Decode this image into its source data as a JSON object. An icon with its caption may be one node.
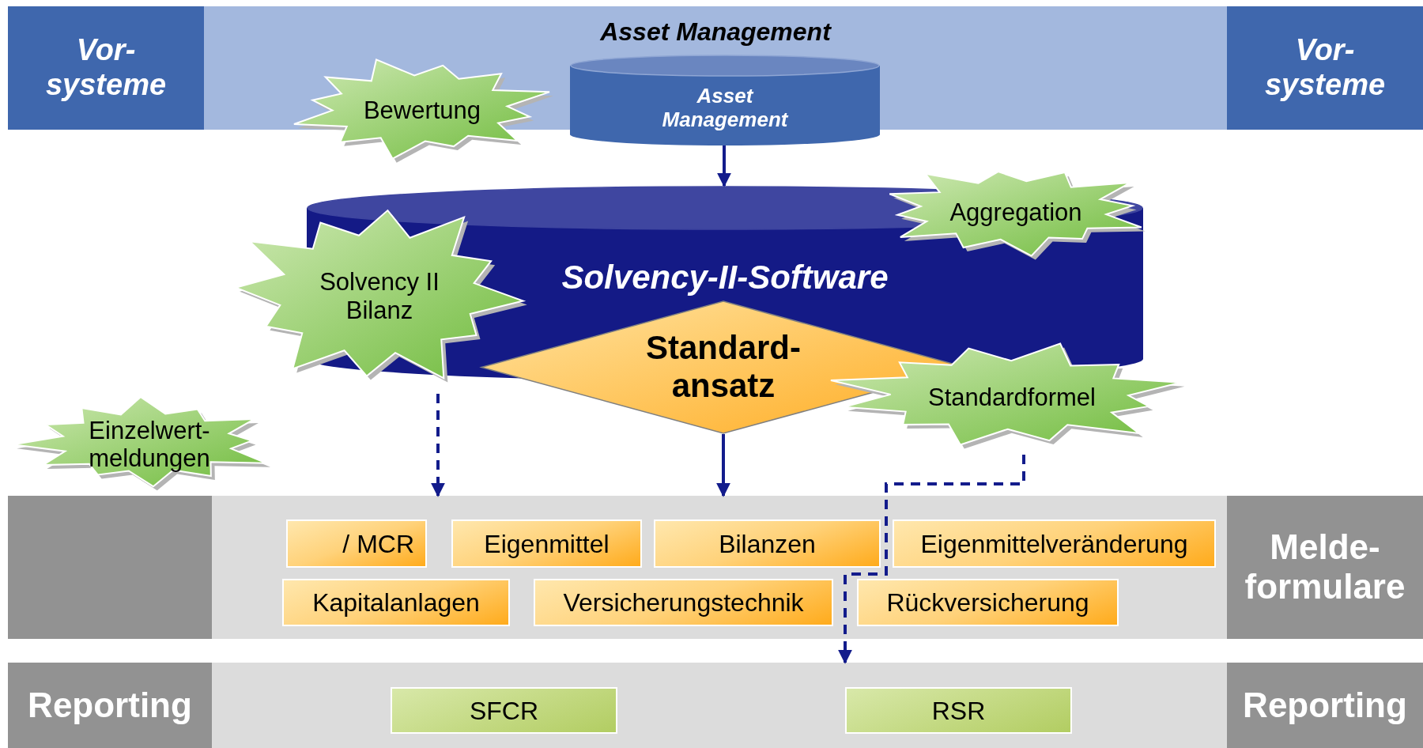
{
  "diagram": {
    "nodes": [
      {
        "text": [
          "Vor- systeme"
        ]
      },
      {
        "text": [
          "Asset Management"
        ]
      },
      {
        "text": [
          "Vor- systeme"
        ]
      },
      {
        "text": [
          "Bewertung"
        ]
      },
      {
        "text": [
          "Asset Management"
        ]
      },
      {
        "text": [
          "Solvency-II-Software"
        ]
      },
      {
        "text": [
          "Standard- ansatz"
        ]
      },
      {
        "text": [
          "Aggregation"
        ]
      },
      {
        "text": [
          "Solvency II Bilanz"
        ]
      },
      {
        "text": [
          "Standardformel"
        ]
      },
      {
        "text": [
          "Einzelwert- meldungen"
        ]
      },
      {
        "text": [],
        "shape": "box"
      },
      {
        "text": [],
        "shape": "band"
      },
      {
        "text": [
          "Melde- formulare"
        ]
      },
      {
        "text": [
          "/ MCR"
        ],
        "in": 12
      },
      {
        "text": [
          "Eigenmittel"
        ],
        "in": 12
      },
      {
        "text": [
          "Bilanzen"
        ],
        "in": 12
      },
      {
        "text": [
          "Eigenmittelveränderung"
        ],
        "in": 12
      },
      {
        "text": [
          "Kapitalanlagen"
        ],
        "in": 12
      },
      {
        "text": [
          "Versicherungstechnik"
        ],
        "in": 12
      },
      {
        "text": [
          "Rückversicherung"
        ],
        "in": 12
      },
      {
        "text": [
          "Reporting"
        ]
      },
      {
        "text": [],
        "shape": "band"
      },
      {
        "text": [
          "Reporting"
        ]
      },
      {
        "text": [
          "SFCR"
        ],
        "in": 22
      },
      {
        "text": [
          "RSR"
        ],
        "in": 22
      }
    ],
    "edges": [
      {
        "from": 4,
        "to": 5,
        "arrow": "to"
      },
      {
        "from": 8,
        "to": 12,
        "arrow": "to",
        "style": "dashed"
      },
      {
        "from": 6,
        "to": 12,
        "arrow": "to"
      },
      {
        "from": 9,
        "to": 22,
        "arrow": "to",
        "style": "dashed"
      }
    ]
  }
}
